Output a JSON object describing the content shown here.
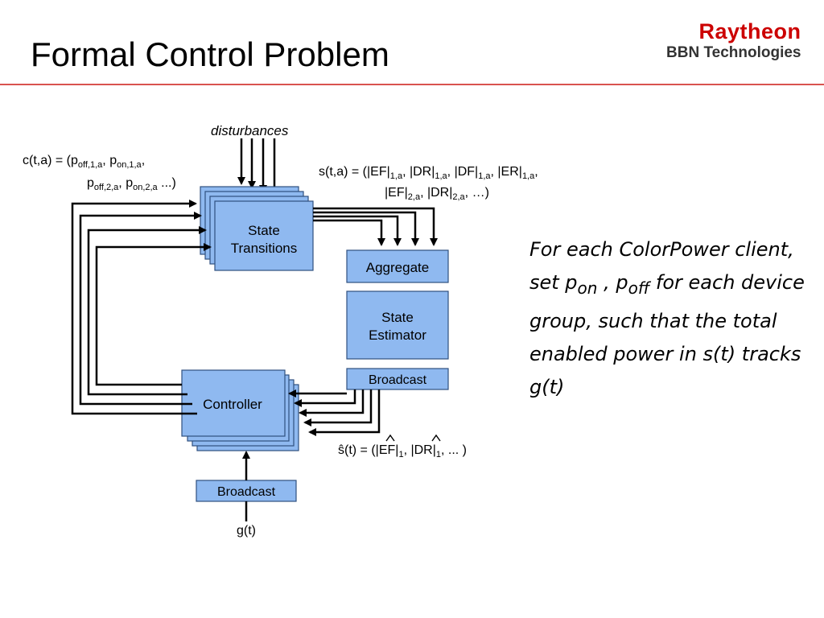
{
  "slide": {
    "title": "Formal Control Problem"
  },
  "logo": {
    "brand": "Raytheon",
    "subtitle": "BBN Technologies"
  },
  "diagram": {
    "disturbances": "disturbances",
    "control_eq": {
      "lhs": "c(t,a) = (p",
      "sub1": "off,1,a",
      "sep1": ", p",
      "sub2": "on,1,a",
      "tail1": ",",
      "line2_p": "p",
      "sub3": "off,2,a",
      "sep2": ", p",
      "sub4": "on,2,a",
      "tail2": " ...)"
    },
    "state_eq": {
      "lhs": "s(t,a) = (|EF|",
      "s1": "1,a",
      "m1": ", |DR|",
      "s2": "1,a",
      "m2": ", |DF|",
      "s3": "1,a",
      "m3": ", |ER|",
      "s4": "1,a",
      "t1": ",",
      "l2a": "|EF|",
      "s5": "2,a",
      "l2b": ", |DR|",
      "s6": "2,a",
      "l2c": ", …)"
    },
    "estimate_eq": {
      "lhs": "ŝ(t) = (|",
      "ef": "EF",
      "m1": "|",
      "s1": "1",
      "m2": ", |",
      "dr": "DR",
      "m3": "|",
      "s2": "1",
      "tail": ", ... )"
    },
    "boxes": {
      "state_transitions_1": "State",
      "state_transitions_2": "Transitions",
      "aggregate": "Aggregate",
      "state_estimator_1": "State",
      "state_estimator_2": "Estimator",
      "broadcast_top": "Broadcast",
      "controller": "Controller",
      "broadcast_bottom": "Broadcast"
    },
    "goal": "g(t)"
  },
  "note": {
    "pre": "For each ColorPower client, set p",
    "sub_on": "on",
    "mid": " , p",
    "sub_off": "off",
    "post": " for each device group, such that the total enabled power in s(t) tracks g(t)"
  },
  "colors": {
    "box_fill": "#8fb9f0",
    "box_stroke": "#2f4f7f",
    "rule": "#d9534f",
    "brand": "#cc0000"
  }
}
